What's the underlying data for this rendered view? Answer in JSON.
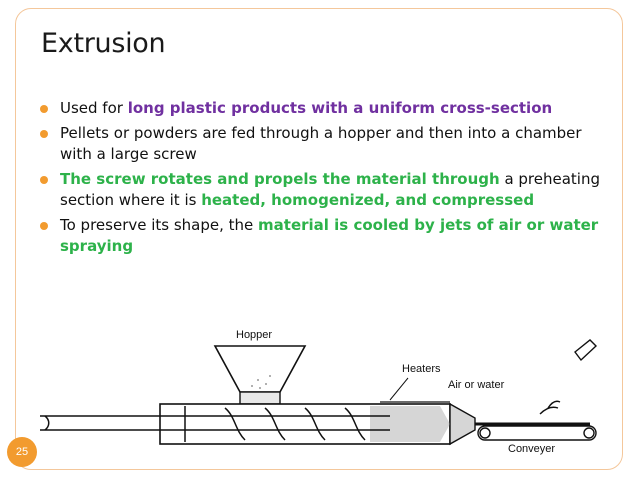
{
  "slide": {
    "title": "Extrusion",
    "page_number": "25",
    "accent_color": "#f29b2f",
    "purple_color": "#7030a0",
    "green_color": "#2db24a"
  },
  "bullets": [
    {
      "parts": [
        "Used for ",
        "long plastic products with a uniform cross-section"
      ]
    },
    {
      "parts": [
        "Pellets or powders are fed through a hopper and then into a chamber with a large screw"
      ]
    },
    {
      "parts": [
        "The screw rotates and propels the material through",
        " a preheating section where it is ",
        "heated, homogenized, and compressed"
      ]
    },
    {
      "parts": [
        "To preserve its shape, the ",
        "material is cooled by jets of air or water spraying"
      ]
    }
  ],
  "diagram": {
    "labels": {
      "hopper": "Hopper",
      "heaters": "Heaters",
      "air_or_water": "Air or water",
      "conveyer": "Conveyer"
    }
  }
}
